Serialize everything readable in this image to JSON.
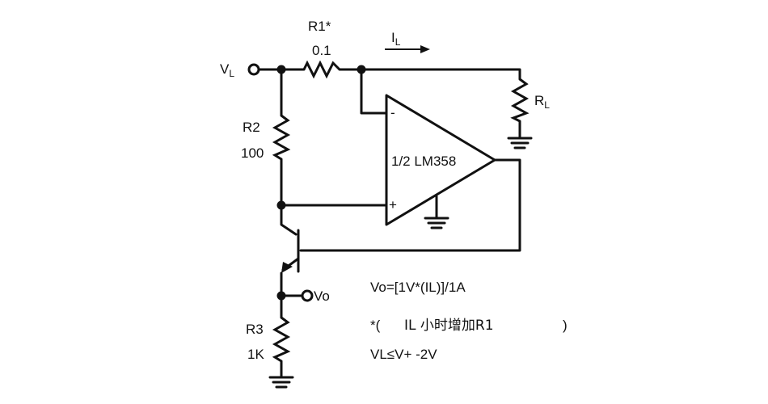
{
  "labels": {
    "vl_main": "V",
    "vl_sub": "L",
    "r1_name": "R1*",
    "r1_value": "0.1",
    "il_main": "I",
    "il_sub": "L",
    "rl_main": "R",
    "rl_sub": "L",
    "r2_name": "R2",
    "r2_value": "100",
    "opamp": "1/2 LM358",
    "minus": "-",
    "plus": "+",
    "vo": "Vo",
    "r3_name": "R3",
    "r3_value": "1K"
  },
  "notes": {
    "formula": "Vo=[1V*(IL)]/1A",
    "footnote_open": "*(",
    "footnote_text": "IL 小时增加R1",
    "footnote_close": ")",
    "condition": "VL≤V+ -2V"
  },
  "colors": {
    "ink": "#111111",
    "background": "#ffffff"
  },
  "icons": [
    "ground-symbol",
    "npn-transistor",
    "opamp-triangle",
    "resistor-zigzag",
    "current-arrow"
  ]
}
